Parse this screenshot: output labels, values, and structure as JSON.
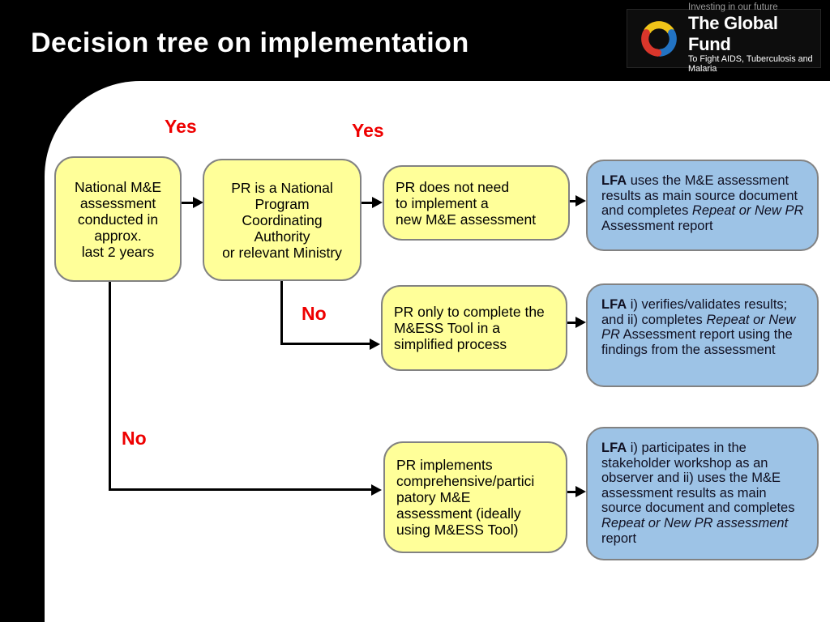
{
  "slide": {
    "title": "Decision tree on implementation"
  },
  "logo": {
    "tagline": "Investing in our future",
    "name": "The Global Fund",
    "subtitle": "To Fight AIDS, Tuberculosis and Malaria"
  },
  "branch_labels": {
    "yes_top": "Yes",
    "yes_right": "Yes",
    "no_mid": "No",
    "no_bottom": "No"
  },
  "decision_nodes": {
    "start": [
      "National M&E",
      "assessment",
      "conducted in",
      "approx.",
      "last 2 years"
    ],
    "pr_authority": [
      "PR is a National",
      "Program",
      "Coordinating",
      "Authority",
      "or relevant Ministry"
    ],
    "no_new_assessment": [
      "PR does not need",
      "to implement a",
      "new M&E assessment"
    ],
    "simplified_tool": [
      "PR only to complete the",
      "M&ESS Tool in a",
      "simplified process"
    ],
    "full_assessment": [
      "PR implements",
      "comprehensive/partici",
      "patory M&E",
      "assessment (ideally",
      "using M&ESS Tool)"
    ]
  },
  "lfa_nodes": {
    "repeat_report": {
      "lead": "LFA",
      "t1": " uses the M&E assessment results as main source document and completes ",
      "em": "Repeat or New PR",
      "t2": " Assessment report"
    },
    "verify_results": {
      "lead": "LFA",
      "t1": " i) verifies/validates results; and ii) completes ",
      "em": "Repeat or New PR",
      "t2": " Assessment report using the findings from the assessment"
    },
    "observer": {
      "lead": "LFA",
      "t1": " i) participates in the stakeholder workshop as an observer and ii) uses the M&E assessment results as main source document and completes ",
      "em": "Repeat or New PR assessment",
      "t2": " report"
    }
  },
  "colors": {
    "background": "#000000",
    "canvas": "#FFFFFF",
    "decision_fill": "#FFFF99",
    "lfa_fill": "#9DC3E6",
    "node_border": "#828282",
    "branch_label": "#EE0000",
    "connector": "#000000",
    "logo_yellow": "#F0C419",
    "logo_red": "#D9362B",
    "logo_blue": "#2273C3"
  }
}
